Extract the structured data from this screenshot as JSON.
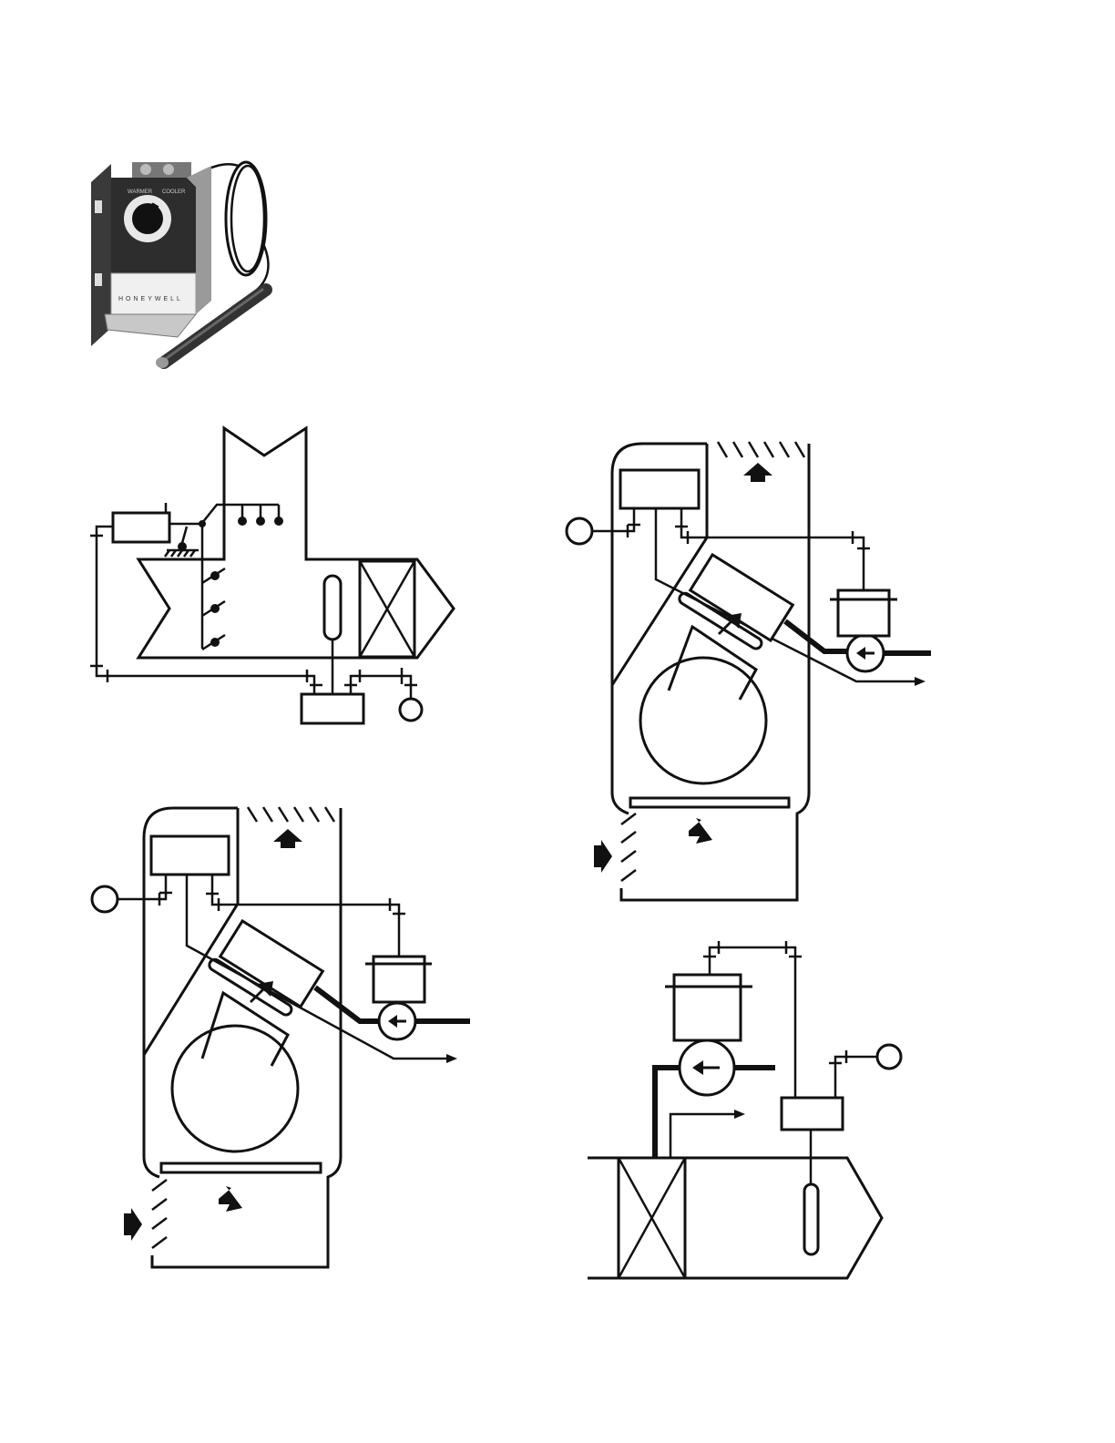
{
  "product_photo": {
    "brand": "HONEYWELL",
    "dial_labels": [
      "WARMER",
      "COOLER"
    ]
  },
  "diagrams": [
    {
      "id": "duct-mixing-damper"
    },
    {
      "id": "unit-ventilator-a"
    },
    {
      "id": "unit-ventilator-b"
    },
    {
      "id": "duct-coil-valve"
    }
  ],
  "colors": {
    "ink": "#111111",
    "paper": "#ffffff"
  }
}
